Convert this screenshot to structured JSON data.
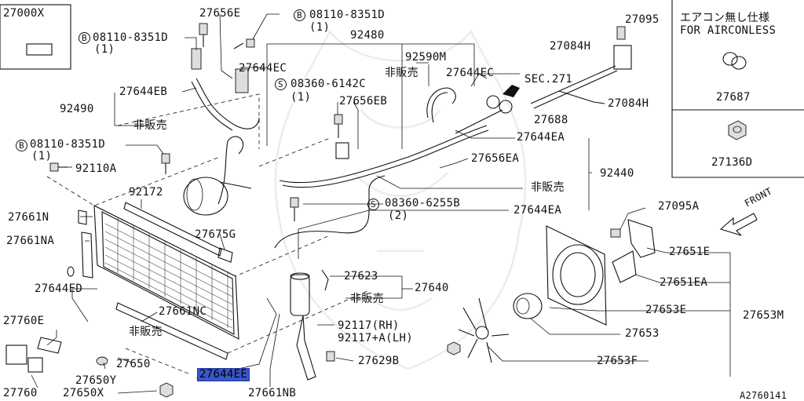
{
  "diagram": {
    "page_code": "A2760141",
    "labels": [
      {
        "id": "l27000x",
        "text": "27000X"
      },
      {
        "id": "l27656e",
        "text": "27656E"
      },
      {
        "id": "b1",
        "text": "B"
      },
      {
        "id": "l08110a",
        "text": "08110-8351D"
      },
      {
        "id": "q1a",
        "text": "(1)"
      },
      {
        "id": "l27095",
        "text": "27095"
      },
      {
        "id": "l92480",
        "text": "92480"
      },
      {
        "id": "b2",
        "text": "B"
      },
      {
        "id": "l08110b",
        "text": "08110-8351D"
      },
      {
        "id": "q1b",
        "text": "(1)"
      },
      {
        "id": "l27644ec1",
        "text": "27644EC"
      },
      {
        "id": "l92590m",
        "text": "92590M"
      },
      {
        "id": "l27084h1",
        "text": "27084H"
      },
      {
        "id": "l92490",
        "text": "92490"
      },
      {
        "id": "l27644eb",
        "text": "27644EB"
      },
      {
        "id": "ns1",
        "text": "非販売"
      },
      {
        "id": "s1",
        "text": "S"
      },
      {
        "id": "l08360a",
        "text": "08360-6142C"
      },
      {
        "id": "q1c",
        "text": "(1)"
      },
      {
        "id": "ns2",
        "text": "非販売"
      },
      {
        "id": "l27644ec2",
        "text": "27644EC"
      },
      {
        "id": "lsec",
        "text": "SEC.271"
      },
      {
        "id": "l27084h2",
        "text": "27084H"
      },
      {
        "id": "l27656eb",
        "text": "27656EB"
      },
      {
        "id": "l27688",
        "text": "27688"
      },
      {
        "id": "b3",
        "text": "B"
      },
      {
        "id": "l08110c",
        "text": "08110-8351D"
      },
      {
        "id": "q1d",
        "text": "(1)"
      },
      {
        "id": "l27644ea1",
        "text": "27644EA"
      },
      {
        "id": "l92110a",
        "text": "92110A"
      },
      {
        "id": "l27656ea",
        "text": "27656EA"
      },
      {
        "id": "l92440",
        "text": "92440"
      },
      {
        "id": "ns3",
        "text": "非販売"
      },
      {
        "id": "l92172",
        "text": "92172"
      },
      {
        "id": "s2",
        "text": "S"
      },
      {
        "id": "l08360b",
        "text": "08360-6255B"
      },
      {
        "id": "q2",
        "text": "(2)"
      },
      {
        "id": "l27644ea2",
        "text": "27644EA"
      },
      {
        "id": "l27661n",
        "text": "27661N"
      },
      {
        "id": "l27095a",
        "text": "27095A"
      },
      {
        "id": "lfront",
        "text": "FRONT"
      },
      {
        "id": "l27661na",
        "text": "27661NA"
      },
      {
        "id": "l27675g",
        "text": "27675G"
      },
      {
        "id": "l27651e",
        "text": "27651E"
      },
      {
        "id": "l27623",
        "text": "27623"
      },
      {
        "id": "l27640",
        "text": "27640"
      },
      {
        "id": "l27651ea",
        "text": "27651EA"
      },
      {
        "id": "l27644ed",
        "text": "27644ED"
      },
      {
        "id": "ns4",
        "text": "非販売"
      },
      {
        "id": "l27653e",
        "text": "27653E"
      },
      {
        "id": "l27653m",
        "text": "27653M"
      },
      {
        "id": "l27661nc",
        "text": "27661NC"
      },
      {
        "id": "l27760e",
        "text": "27760E"
      },
      {
        "id": "l92117rh",
        "text": "92117(RH)"
      },
      {
        "id": "l92117lh",
        "text": "92117+A(LH)"
      },
      {
        "id": "ns5",
        "text": "非販売"
      },
      {
        "id": "l27653",
        "text": "27653"
      },
      {
        "id": "l27629b",
        "text": "27629B"
      },
      {
        "id": "l27650",
        "text": "27650"
      },
      {
        "id": "l27653f",
        "text": "27653F"
      },
      {
        "id": "l27650y",
        "text": "27650Y"
      },
      {
        "id": "l27644ee",
        "text": "27644EE"
      },
      {
        "id": "l27760",
        "text": "27760"
      },
      {
        "id": "l27650x",
        "text": "27650X"
      },
      {
        "id": "l27661nb",
        "text": "27661NB"
      },
      {
        "id": "inset1",
        "text": "エアコン無し仕様"
      },
      {
        "id": "inset2",
        "text": "FOR AIRCONLESS"
      },
      {
        "id": "l27687",
        "text": "27687"
      },
      {
        "id": "l27136d",
        "text": "27136D"
      }
    ]
  }
}
